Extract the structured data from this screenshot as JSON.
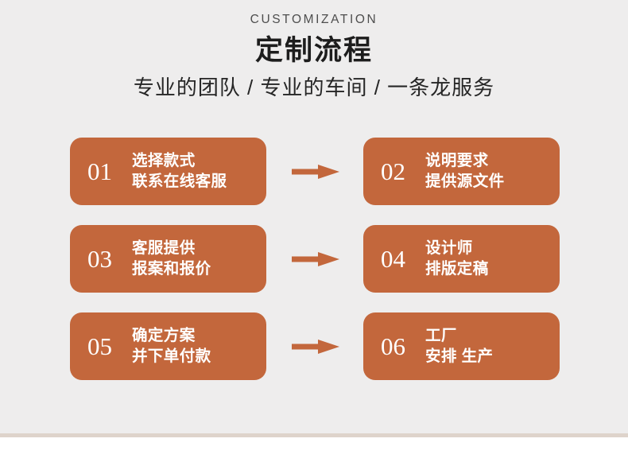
{
  "header": {
    "eyebrow": "CUSTOMIZATION",
    "title": "定制流程",
    "subtitle": "专业的团队 / 专业的车间 / 一条龙服务"
  },
  "theme": {
    "background": "#eeeded",
    "card_color": "#c3673c",
    "arrow_color": "#c3673c",
    "divider_color": "#ded3cb",
    "card_text_color": "#ffffff",
    "title_color": "#1d1d1d"
  },
  "steps": [
    {
      "number": "01",
      "line1": "选择款式",
      "line2": "联系在线客服"
    },
    {
      "number": "02",
      "line1": "说明要求",
      "line2": "提供源文件"
    },
    {
      "number": "03",
      "line1": "客服提供",
      "line2": "报案和报价"
    },
    {
      "number": "04",
      "line1": "设计师",
      "line2": "排版定稿"
    },
    {
      "number": "05",
      "line1": "确定方案",
      "line2": "并下单付款"
    },
    {
      "number": "06",
      "line1": "工厂",
      "line2": "安排 生产"
    }
  ],
  "arrows": [
    {
      "name": "arrow-row-1"
    },
    {
      "name": "arrow-row-2"
    },
    {
      "name": "arrow-row-3"
    }
  ]
}
